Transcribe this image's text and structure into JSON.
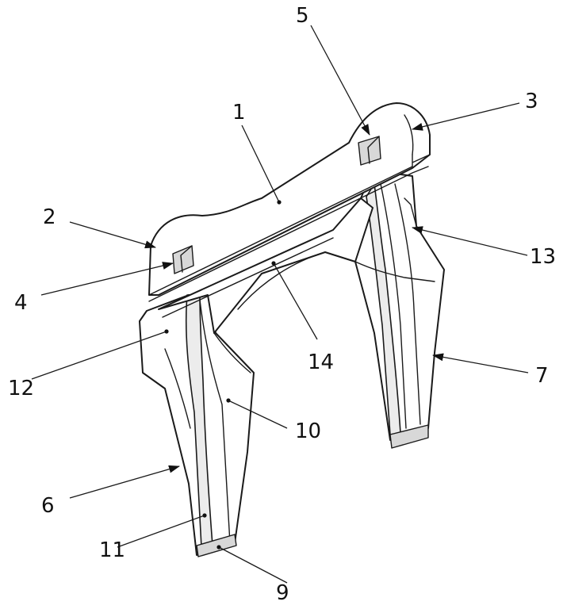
{
  "figure": {
    "labels": {
      "l1": "1",
      "l2": "2",
      "l3": "3",
      "l4": "4",
      "l5": "5",
      "l6": "6",
      "l7": "7",
      "l9": "9",
      "l10": "10",
      "l11": "11",
      "l12": "12",
      "l13": "13",
      "l14": "14"
    }
  }
}
